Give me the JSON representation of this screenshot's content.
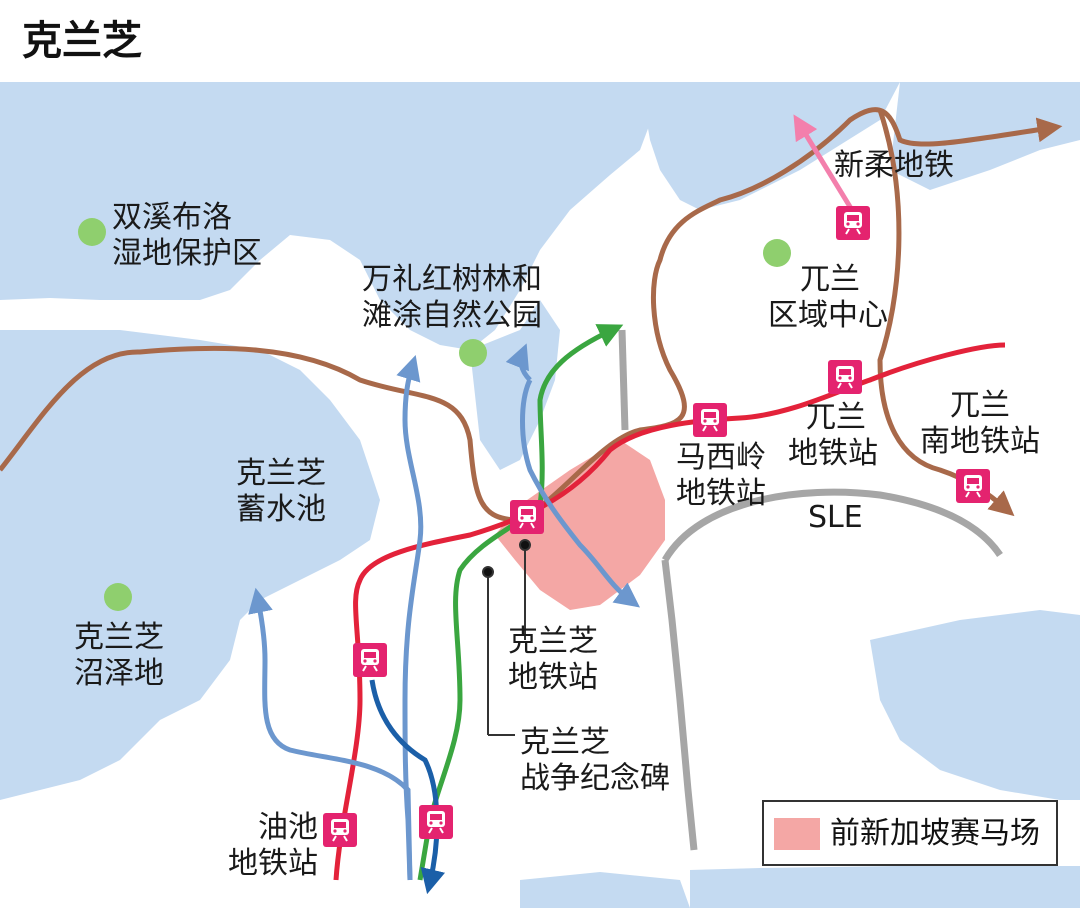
{
  "title": "克兰芝",
  "colors": {
    "water": "#c4daf1",
    "land": "#ffffff",
    "racecourse": "#f4a7a5",
    "road_brown": "#a8694a",
    "expressway_gray": "#a6a6a6",
    "mrt_red": "#e3223a",
    "mrt_green": "#3aa640",
    "mrt_blue_light": "#6c97ce",
    "mrt_blue_dark": "#1b5fa8",
    "mrt_pink": "#f37fac",
    "station_badge": "#e4236f",
    "park_green": "#8fcf6e"
  },
  "labels": {
    "wetland": [
      "双溪布洛",
      "湿地保护区"
    ],
    "mangrove": [
      "万礼红树林和",
      "滩涂自然公园"
    ],
    "reservoir": [
      "克兰芝",
      "蓄水池"
    ],
    "marshes": [
      "克兰芝",
      "沼泽地"
    ],
    "kranji_station": [
      "克兰芝",
      "地铁站"
    ],
    "war_memorial": [
      "克兰芝",
      "战争纪念碑"
    ],
    "yew_tee": [
      "油池",
      "地铁站"
    ],
    "marsiling": [
      "马西岭",
      "地铁站"
    ],
    "woodlands": [
      "兀兰",
      "地铁站"
    ],
    "woodlands_south": [
      "兀兰",
      "南地铁站"
    ],
    "woodlands_regional": [
      "兀兰",
      "区域中心"
    ],
    "new_line": [
      "新柔地铁"
    ],
    "sle": [
      "SLE"
    ]
  },
  "legend": {
    "racecourse_label": "前新加坡赛马场"
  },
  "icons": {
    "station": "train-station-icon",
    "park": "park-dot-icon"
  }
}
